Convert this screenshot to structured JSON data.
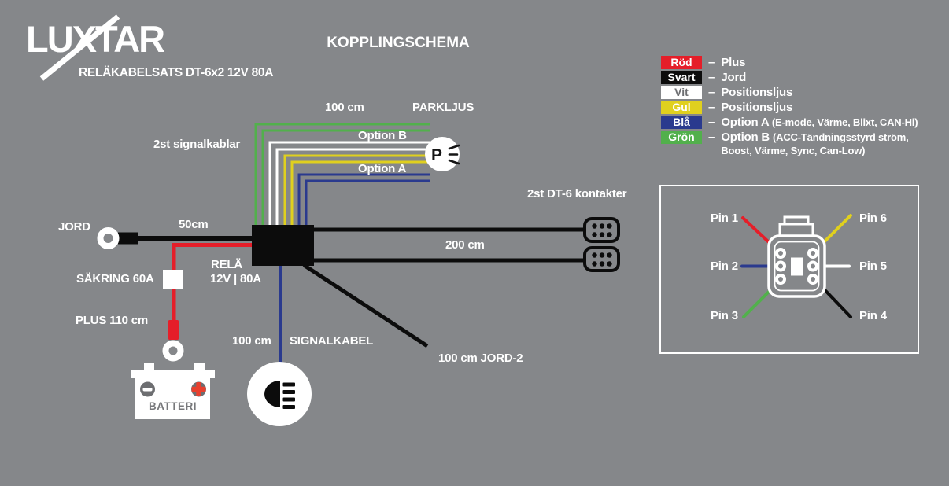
{
  "title": "KOPPLINGSCHEMA",
  "logo": {
    "brand": "LUXTAR",
    "subtitle": "RELÄKABELSATS DT-6x2 12V 80A"
  },
  "legend": {
    "dash": "–",
    "items": [
      {
        "name": "Röd",
        "color": "#e51e29",
        "desc": "Plus"
      },
      {
        "name": "Svart",
        "color": "#0c0c0c",
        "desc": "Jord"
      },
      {
        "name": "Vit",
        "color": "#ffffff",
        "desc": "Positionsljus"
      },
      {
        "name": "Gul",
        "color": "#e0d01e",
        "desc": "Positionsljus"
      },
      {
        "name": "Blå",
        "color": "#2a3a8e",
        "desc": "Option A",
        "detail": "(E-mode, Värme, Blixt, CAN-Hi)"
      },
      {
        "name": "Grön",
        "color": "#52b04c",
        "desc": "Option B",
        "detail": "(ACC-Tändningsstyrd ström,",
        "detail2": "Boost, Värme, Sync, Can-Low)"
      }
    ]
  },
  "diagram": {
    "signal_cables_label": "2st signalkablar",
    "top_length": "100 cm",
    "parkljus": "PARKLJUS",
    "option_b": "Option B",
    "option_a": "Option A",
    "jord": "JORD",
    "jord_length": "50cm",
    "relay_name": "RELÄ",
    "relay_spec": "12V | 80A",
    "fuse": "SÄKRING 60A",
    "plus_length": "PLUS 110 cm",
    "battery": "BATTERI",
    "signal_length": "100 cm",
    "signal_label": "SIGNALKABEL",
    "main_length": "200 cm",
    "connectors_label": "2st DT-6 kontakter",
    "jord2": "100 cm JORD-2"
  },
  "icons": {
    "parkljus_letter": "P"
  },
  "pins": {
    "p1": "Pin 1",
    "p2": "Pin 2",
    "p3": "Pin 3",
    "p4": "Pin 4",
    "p5": "Pin 5",
    "p6": "Pin 6"
  },
  "colors": {
    "background": "#85878a",
    "red": "#e51e29",
    "black": "#0c0c0c",
    "white": "#ffffff",
    "yellow": "#e0d01e",
    "blue": "#2a3a8e",
    "green": "#52b04c",
    "battery_text": "#77787b",
    "terminal_gray": "#6d6e71",
    "plus_red": "#e8402e"
  }
}
